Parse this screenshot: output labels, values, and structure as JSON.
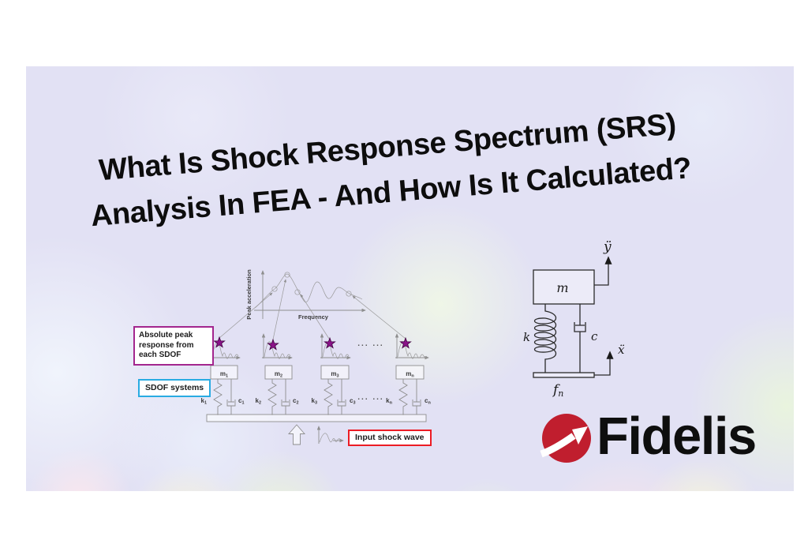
{
  "title": {
    "line1": "What Is Shock Response Spectrum (SRS)",
    "line2": "Analysis In FEA - And How Is It Calculated?"
  },
  "srs_diagram": {
    "plot": {
      "ylabel": "Peak acceleration",
      "xlabel": "Frequency"
    },
    "callouts": {
      "peak_response": "Absolute peak response from each SDOF",
      "sdof_systems": "SDOF systems",
      "input_shock_wave": "Input shock wave"
    },
    "systems": [
      {
        "mass": "m",
        "mass_sub": "1",
        "spring": "k",
        "spring_sub": "1",
        "damper": "c",
        "damper_sub": "1"
      },
      {
        "mass": "m",
        "mass_sub": "2",
        "spring": "k",
        "spring_sub": "2",
        "damper": "c",
        "damper_sub": "2"
      },
      {
        "mass": "m",
        "mass_sub": "3",
        "spring": "k",
        "spring_sub": "3",
        "damper": "c",
        "damper_sub": "3"
      },
      {
        "mass": "m",
        "mass_sub": "n",
        "spring": "k",
        "spring_sub": "n",
        "damper": "c",
        "damper_sub": "n"
      }
    ],
    "ellipsis": "...  ..."
  },
  "sdof_schematic": {
    "mass": "m",
    "spring": "k",
    "damper": "c",
    "response_accel": "ÿ",
    "base_accel": "ẍ",
    "natural_freq": "f",
    "natural_freq_sub": "n"
  },
  "logo": {
    "brand": "Fidelis",
    "icon": "arrow-circle-icon"
  },
  "colors": {
    "purple": "#A3268E",
    "blue": "#29ABE2",
    "red": "#EC1C24",
    "star": "#8A1389",
    "logored": "#C01E2E"
  }
}
